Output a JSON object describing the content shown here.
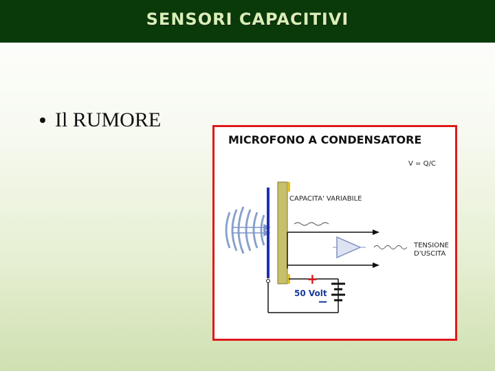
{
  "slide": {
    "title": "SENSORI CAPACITIVI",
    "bullet": "Il RUMORE"
  },
  "figure": {
    "title": "MICROFONO A CONDENSATORE",
    "formula": "V = Q/C",
    "capacitance_label": "CAPACITA' VARIABILE",
    "output_label_line1": "TENSIONE",
    "output_label_line2": "D'USCITA",
    "battery_label": "50 Volt",
    "plus_sign": "+",
    "minus_sign": "−"
  },
  "colors": {
    "title_bar": "#0a3a0a",
    "title_text": "#d8efb6",
    "figure_border": "#e01818"
  }
}
